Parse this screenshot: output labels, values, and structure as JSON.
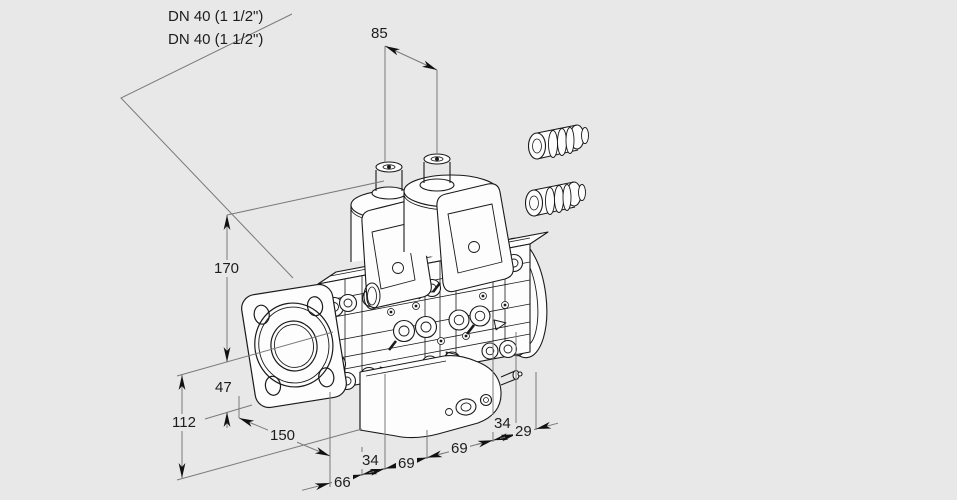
{
  "page": {
    "background_color": "#e8e8e8",
    "drawing_line_color": "#1a1a1a",
    "dimension_line_color": "#7a7a7a"
  },
  "connection_labels": {
    "port1": "DN 40 (1 1/2\")",
    "port2": "DN 40 (1 1/2\")"
  },
  "dimensions": {
    "solenoid_spacing": "85",
    "center_to_top": "170",
    "center_to_flange_bottom": "47",
    "center_to_base": "112",
    "depth": "150",
    "chain": [
      "66",
      "34",
      "69",
      "69",
      "34",
      "29"
    ]
  }
}
